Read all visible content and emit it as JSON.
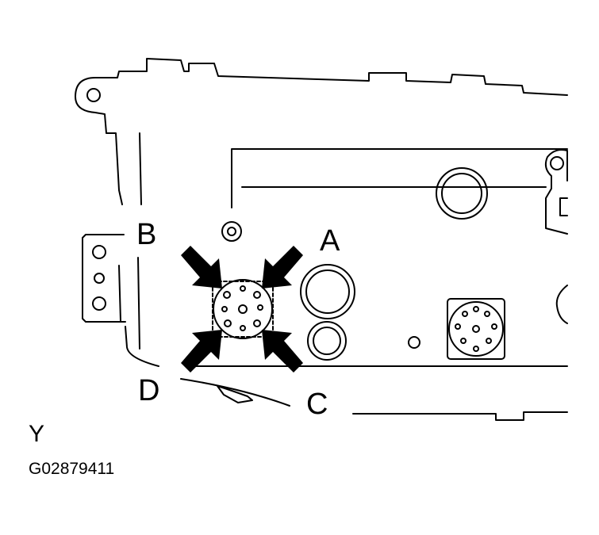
{
  "labels": {
    "a": "A",
    "b": "B",
    "c": "C",
    "d": "D",
    "y": "Y"
  },
  "figure_id": "G02879411",
  "colors": {
    "line": "#000000",
    "background": "#ffffff",
    "arrow_fill": "#000000"
  }
}
